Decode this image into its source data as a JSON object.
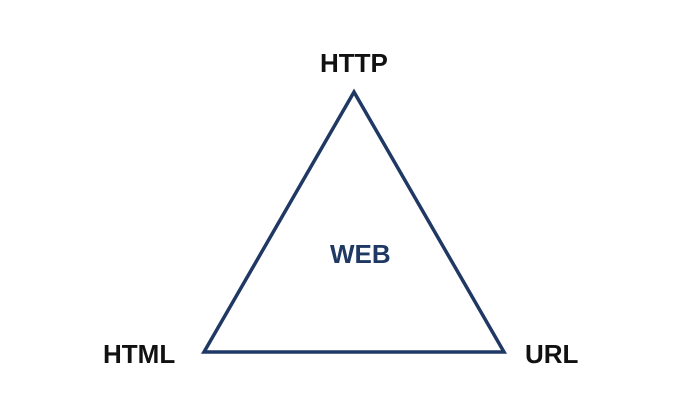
{
  "diagram": {
    "center": {
      "text": "WEB"
    },
    "vertices": {
      "top": {
        "text": "HTTP"
      },
      "bottom_left": {
        "text": "HTML"
      },
      "bottom_right": {
        "text": "URL"
      }
    },
    "colors": {
      "triangle_stroke": "#1f3864",
      "center_text": "#1f3864",
      "vertex_text": "#111111",
      "background": "#ffffff"
    }
  }
}
